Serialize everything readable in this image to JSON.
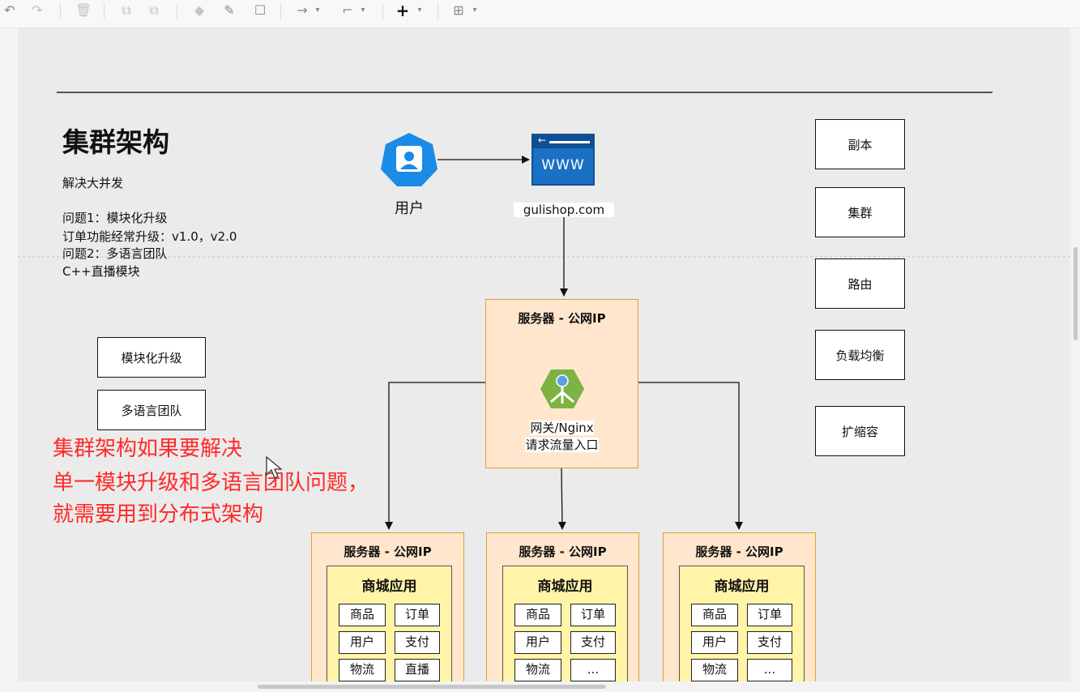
{
  "toolbar": {
    "undo_icon": "↶",
    "redo_icon": "↷",
    "delete_icon": "🗑",
    "to_front_icon": "⧉",
    "to_back_icon": "⧉",
    "fill_icon": "◆",
    "line_color_icon": "✎",
    "shadow_icon": "☐",
    "connection_icon": "→",
    "waypoint_icon": "⌐",
    "insert_icon": "+",
    "table_icon": "⊞",
    "caret": "▾"
  },
  "diagram": {
    "title": "集群架构",
    "subtitle": "解决大并发",
    "notes": [
      "问题1：模块化升级",
      "订单功能经常升级：v1.0，v2.0",
      "问题2：多语言团队",
      "C++直播模块"
    ],
    "user_label": "用户",
    "site_label": "gulishop.com",
    "site_icon_text": "WWW",
    "gateway": {
      "title": "服务器 - 公网IP",
      "line1": "网关/Nginx",
      "line2": "请求流量入口"
    },
    "left_boxes": [
      "模块化升级",
      "多语言团队"
    ],
    "right_boxes": [
      "副本",
      "集群",
      "路由",
      "负载均衡",
      "扩缩容"
    ],
    "red_text": [
      "集群架构如果要解决",
      "单一模块升级和多语言团队问题，",
      "就需要用到分布式架构"
    ],
    "servers": [
      {
        "title": "服务器 - 公网IP",
        "app": "商城应用",
        "modules": [
          "商品",
          "订单",
          "用户",
          "支付",
          "物流",
          "直播"
        ]
      },
      {
        "title": "服务器 - 公网IP",
        "app": "商城应用",
        "modules": [
          "商品",
          "订单",
          "用户",
          "支付",
          "物流",
          "..."
        ]
      },
      {
        "title": "服务器 - 公网IP",
        "app": "商城应用",
        "modules": [
          "商品",
          "订单",
          "用户",
          "支付",
          "物流",
          "..."
        ]
      }
    ]
  },
  "colors": {
    "red_text": "#ff2a2a",
    "server_fill": "#ffe6cc",
    "server_border": "#e0a030",
    "app_fill": "#fff4a8",
    "user_icon": "#1a8be6",
    "browser": "#1a70c4",
    "nginx": "#7cb342"
  }
}
